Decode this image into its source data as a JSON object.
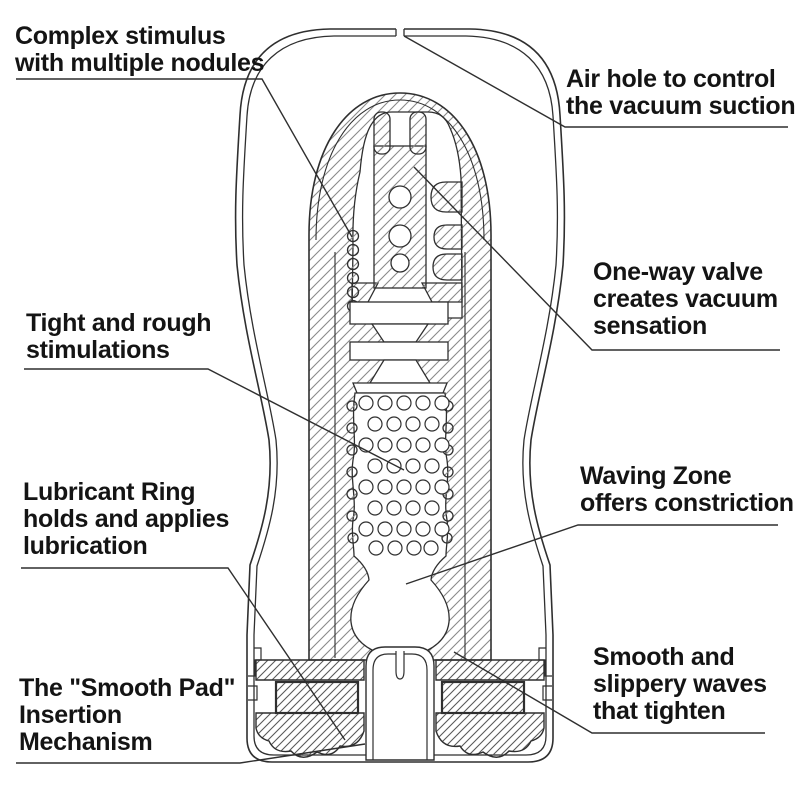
{
  "diagram": {
    "type": "technical-cutaway",
    "subject": "Vacuum cup internal structure cross-section",
    "labels": {
      "complex_stimulus": {
        "text": "Complex stimulus\nwith multiple nodules"
      },
      "air_hole": {
        "text": "Air hole to control\nthe vacuum suction"
      },
      "one_way_valve": {
        "text": "One-way valve\ncreates vacuum\nsensation"
      },
      "tight_rough": {
        "text": "Tight and rough\nstimulations"
      },
      "lubricant_ring": {
        "text": "Lubricant Ring\nholds and applies\nlubrication"
      },
      "waving_zone": {
        "text": "Waving Zone\noffers constriction"
      },
      "smooth_pad": {
        "text": "The \"Smooth Pad\"\nInsertion\nMechanism"
      },
      "smooth_waves": {
        "text": "Smooth and\nslippery waves\nthat tighten"
      }
    },
    "colors": {
      "line": "#2f2f2f",
      "hatch": "#8a8a8a",
      "hatch_dark": "#5a5a5a",
      "text": "#141414",
      "background": "#ffffff"
    }
  }
}
